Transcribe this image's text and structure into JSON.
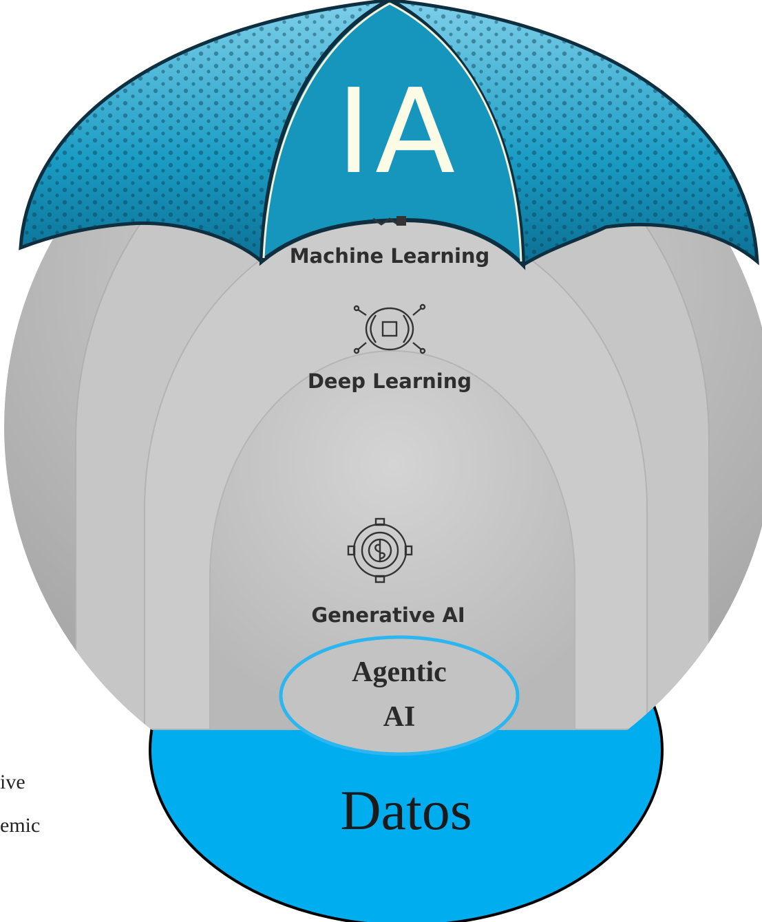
{
  "umbrella": {
    "label": "IA"
  },
  "layers": [
    {
      "label": "Machine Learning"
    },
    {
      "label": "Deep Learning"
    },
    {
      "label": "Generative AI"
    }
  ],
  "agentic": {
    "line1": "Agentic",
    "line2": "AI"
  },
  "base": {
    "label": "Datos"
  },
  "side_fragments": [
    "ive",
    "emic"
  ],
  "colors": {
    "umbrella": "#1a9cc4",
    "umbrella_dark": "#0f4b66",
    "data_circle": "#00aeef",
    "gray": "#c9c9c9"
  },
  "icons": [
    "robot-arm-icon",
    "brain-circuit-icon",
    "gear-brain-icon"
  ]
}
